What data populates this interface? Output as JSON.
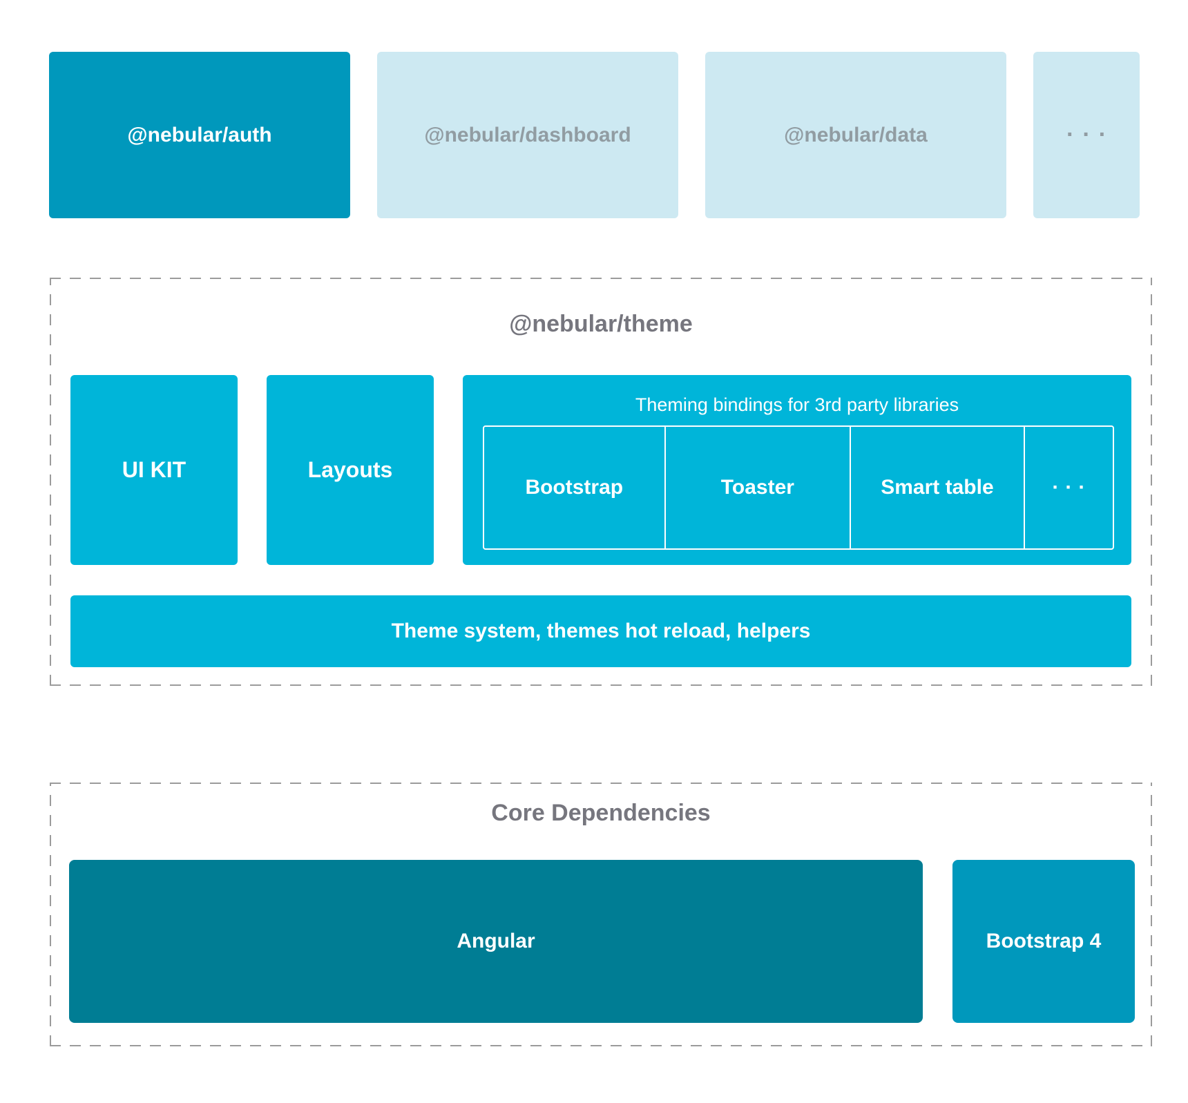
{
  "packages": {
    "auth": {
      "label": "@nebular/auth"
    },
    "dashboard": {
      "label": "@nebular/dashboard"
    },
    "data": {
      "label": "@nebular/data"
    },
    "more": {
      "label": "···"
    }
  },
  "theme": {
    "title": "@nebular/theme",
    "ui_kit_label": "UI KIT",
    "layouts_label": "Layouts",
    "bindings": {
      "title": "Theming bindings for 3rd party libraries",
      "items": [
        "Bootstrap",
        "Toaster",
        "Smart table",
        "···"
      ]
    },
    "bar_label": "Theme system, themes hot reload, helpers"
  },
  "core": {
    "title": "Core Dependencies",
    "angular_label": "Angular",
    "bootstrap_label": "Bootstrap 4"
  },
  "colors": {
    "active_package": "#0098bc",
    "inactive_package": "#cde9f2",
    "inactive_text": "#919ca2",
    "theme_block": "#00b5d9",
    "angular_block": "#007d94",
    "section_title_text": "#76767e",
    "dashed_border": "#9b9b9b",
    "background": "#ffffff"
  }
}
